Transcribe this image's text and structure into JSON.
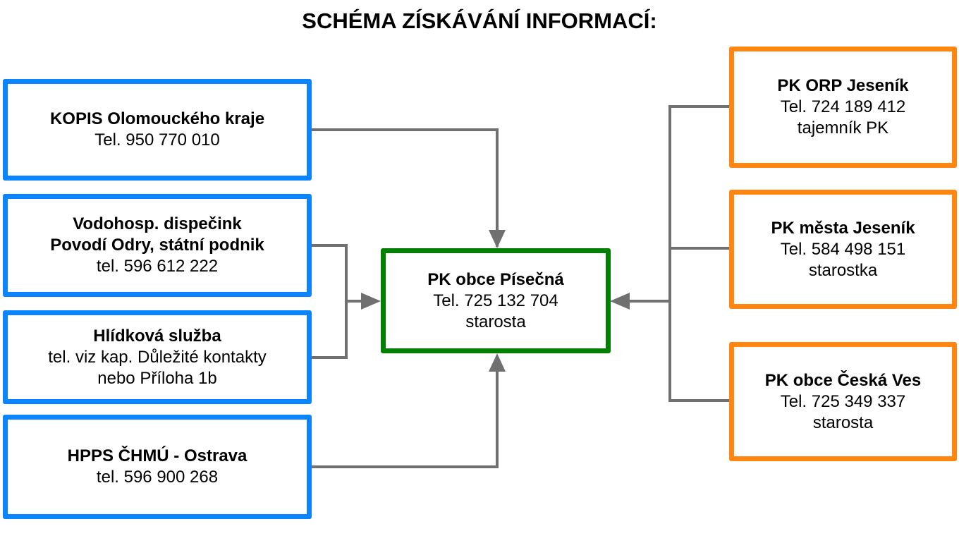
{
  "title": "SCHÉMA ZÍSKÁVÁNÍ INFORMACÍ:",
  "colors": {
    "source_border": "#0a84ff",
    "neighbor_border": "#ff8610",
    "center_border": "#008000",
    "connector": "#707070"
  },
  "left_boxes": [
    {
      "name": "KOPIS Olomouckého kraje",
      "lines": [
        "Tel. 950 770 010"
      ]
    },
    {
      "name": "Vodohosp. dispečink",
      "name2": "Povodí Odry, státní podnik",
      "lines": [
        "tel. 596 612 222"
      ]
    },
    {
      "name": "Hlídková služba",
      "lines": [
        "tel. viz kap. Důležité kontakty",
        "nebo Příloha 1b"
      ]
    },
    {
      "name": "HPPS ČHMÚ - Ostrava",
      "lines": [
        "tel. 596 900 268"
      ]
    }
  ],
  "center_box": {
    "name": "PK obce Písečná",
    "lines": [
      "Tel. 725 132 704",
      "starosta"
    ]
  },
  "right_boxes": [
    {
      "name": "PK ORP Jeseník",
      "lines": [
        "Tel. 724 189 412",
        "tajemník PK"
      ]
    },
    {
      "name": "PK města Jeseník",
      "lines": [
        "Tel. 584 498 151",
        "starostka"
      ]
    },
    {
      "name": "PK obce Česká Ves",
      "lines": [
        "Tel. 725 349 337",
        "starosta"
      ]
    }
  ]
}
